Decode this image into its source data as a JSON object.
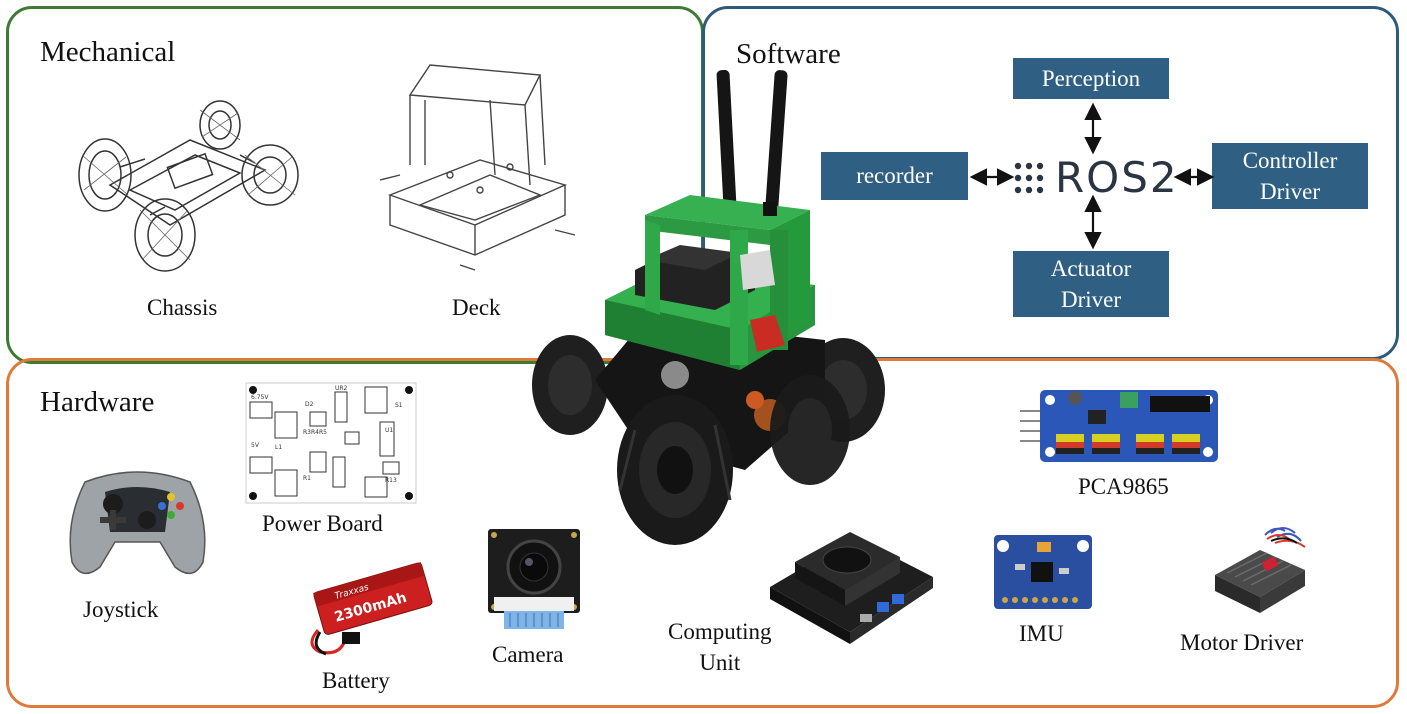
{
  "panels": {
    "mechanical": {
      "title": "Mechanical",
      "color": "#3d7a32"
    },
    "software": {
      "title": "Software",
      "color": "#2d5b7c"
    },
    "hardware": {
      "title": "Hardware",
      "color": "#e07a3a"
    }
  },
  "mechanical": {
    "chassis": "Chassis",
    "deck": "Deck"
  },
  "software": {
    "hub": "ROS2",
    "perception": "Perception",
    "recorder": "recorder",
    "controller_line1": "Controller",
    "controller_line2": "Driver",
    "actuator_line1": "Actuator",
    "actuator_line2": "Driver",
    "box_color": "#2f5f82"
  },
  "hardware": {
    "power_board": "Power Board",
    "joystick": "Joystick",
    "battery": "Battery",
    "battery_brand": "Traxxas",
    "battery_capacity": "2300mAh",
    "camera": "Camera",
    "computing_line1": "Computing",
    "computing_line2": "Unit",
    "imu": "IMU",
    "pca": "PCA9865",
    "motor_driver": "Motor Driver"
  },
  "robot": {
    "body_color": "#2fa84a",
    "description_icon": "robot-car-icon"
  }
}
